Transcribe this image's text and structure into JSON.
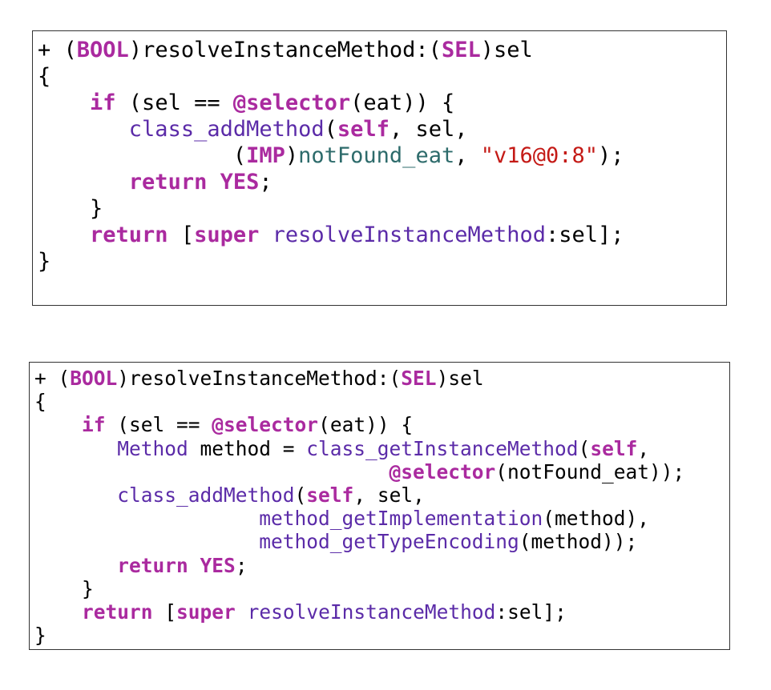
{
  "colors": {
    "plain": "#000000",
    "keyword": "#aa2a9f",
    "method": "#5b2ba8",
    "function": "#2d6b6b",
    "string": "#c41a16",
    "border": "#333333"
  },
  "snippets": [
    {
      "lines": [
        [
          {
            "t": "+ (",
            "c": "plain"
          },
          {
            "t": "BOOL",
            "c": "keyword"
          },
          {
            "t": ")resolveInstanceMethod:(",
            "c": "plain"
          },
          {
            "t": "SEL",
            "c": "keyword"
          },
          {
            "t": ")sel",
            "c": "plain"
          }
        ],
        [
          {
            "t": "{",
            "c": "plain"
          }
        ],
        [
          {
            "t": "    ",
            "c": "plain"
          },
          {
            "t": "if",
            "c": "keyword"
          },
          {
            "t": " (sel == ",
            "c": "plain"
          },
          {
            "t": "@selector",
            "c": "keyword"
          },
          {
            "t": "(eat)) {",
            "c": "plain"
          }
        ],
        [
          {
            "t": "       ",
            "c": "plain"
          },
          {
            "t": "class_addMethod",
            "c": "method"
          },
          {
            "t": "(",
            "c": "plain"
          },
          {
            "t": "self",
            "c": "keyword"
          },
          {
            "t": ", sel,",
            "c": "plain"
          }
        ],
        [
          {
            "t": "               (",
            "c": "plain"
          },
          {
            "t": "IMP",
            "c": "keyword"
          },
          {
            "t": ")",
            "c": "plain"
          },
          {
            "t": "notFound_eat",
            "c": "function"
          },
          {
            "t": ", ",
            "c": "plain"
          },
          {
            "t": "\"v16@0:8\"",
            "c": "string"
          },
          {
            "t": ");",
            "c": "plain"
          }
        ],
        [
          {
            "t": "       ",
            "c": "plain"
          },
          {
            "t": "return",
            "c": "keyword"
          },
          {
            "t": " ",
            "c": "plain"
          },
          {
            "t": "YES",
            "c": "keyword"
          },
          {
            "t": ";",
            "c": "plain"
          }
        ],
        [
          {
            "t": "    }",
            "c": "plain"
          }
        ],
        [
          {
            "t": "    ",
            "c": "plain"
          },
          {
            "t": "return",
            "c": "keyword"
          },
          {
            "t": " [",
            "c": "plain"
          },
          {
            "t": "super",
            "c": "keyword"
          },
          {
            "t": " ",
            "c": "plain"
          },
          {
            "t": "resolveInstanceMethod",
            "c": "method"
          },
          {
            "t": ":sel];",
            "c": "plain"
          }
        ],
        [
          {
            "t": "}",
            "c": "plain"
          }
        ]
      ]
    },
    {
      "lines": [
        [
          {
            "t": "+ (",
            "c": "plain"
          },
          {
            "t": "BOOL",
            "c": "keyword"
          },
          {
            "t": ")resolveInstanceMethod:(",
            "c": "plain"
          },
          {
            "t": "SEL",
            "c": "keyword"
          },
          {
            "t": ")sel",
            "c": "plain"
          }
        ],
        [
          {
            "t": "{",
            "c": "plain"
          }
        ],
        [
          {
            "t": "    ",
            "c": "plain"
          },
          {
            "t": "if",
            "c": "keyword"
          },
          {
            "t": " (sel == ",
            "c": "plain"
          },
          {
            "t": "@selector",
            "c": "keyword"
          },
          {
            "t": "(eat)) {",
            "c": "plain"
          }
        ],
        [
          {
            "t": "       ",
            "c": "plain"
          },
          {
            "t": "Method",
            "c": "method"
          },
          {
            "t": " method = ",
            "c": "plain"
          },
          {
            "t": "class_getInstanceMethod",
            "c": "method"
          },
          {
            "t": "(",
            "c": "plain"
          },
          {
            "t": "self",
            "c": "keyword"
          },
          {
            "t": ",",
            "c": "plain"
          }
        ],
        [
          {
            "t": "                              ",
            "c": "plain"
          },
          {
            "t": "@selector",
            "c": "keyword"
          },
          {
            "t": "(notFound_eat));",
            "c": "plain"
          }
        ],
        [
          {
            "t": "       ",
            "c": "plain"
          },
          {
            "t": "class_addMethod",
            "c": "method"
          },
          {
            "t": "(",
            "c": "plain"
          },
          {
            "t": "self",
            "c": "keyword"
          },
          {
            "t": ", sel,",
            "c": "plain"
          }
        ],
        [
          {
            "t": "                   ",
            "c": "plain"
          },
          {
            "t": "method_getImplementation",
            "c": "method"
          },
          {
            "t": "(method),",
            "c": "plain"
          }
        ],
        [
          {
            "t": "                   ",
            "c": "plain"
          },
          {
            "t": "method_getTypeEncoding",
            "c": "method"
          },
          {
            "t": "(method));",
            "c": "plain"
          }
        ],
        [
          {
            "t": "       ",
            "c": "plain"
          },
          {
            "t": "return",
            "c": "keyword"
          },
          {
            "t": " ",
            "c": "plain"
          },
          {
            "t": "YES",
            "c": "keyword"
          },
          {
            "t": ";",
            "c": "plain"
          }
        ],
        [
          {
            "t": "    }",
            "c": "plain"
          }
        ],
        [
          {
            "t": "    ",
            "c": "plain"
          },
          {
            "t": "return",
            "c": "keyword"
          },
          {
            "t": " [",
            "c": "plain"
          },
          {
            "t": "super",
            "c": "keyword"
          },
          {
            "t": " ",
            "c": "plain"
          },
          {
            "t": "resolveInstanceMethod",
            "c": "method"
          },
          {
            "t": ":sel];",
            "c": "plain"
          }
        ],
        [
          {
            "t": "}",
            "c": "plain"
          }
        ]
      ]
    }
  ]
}
